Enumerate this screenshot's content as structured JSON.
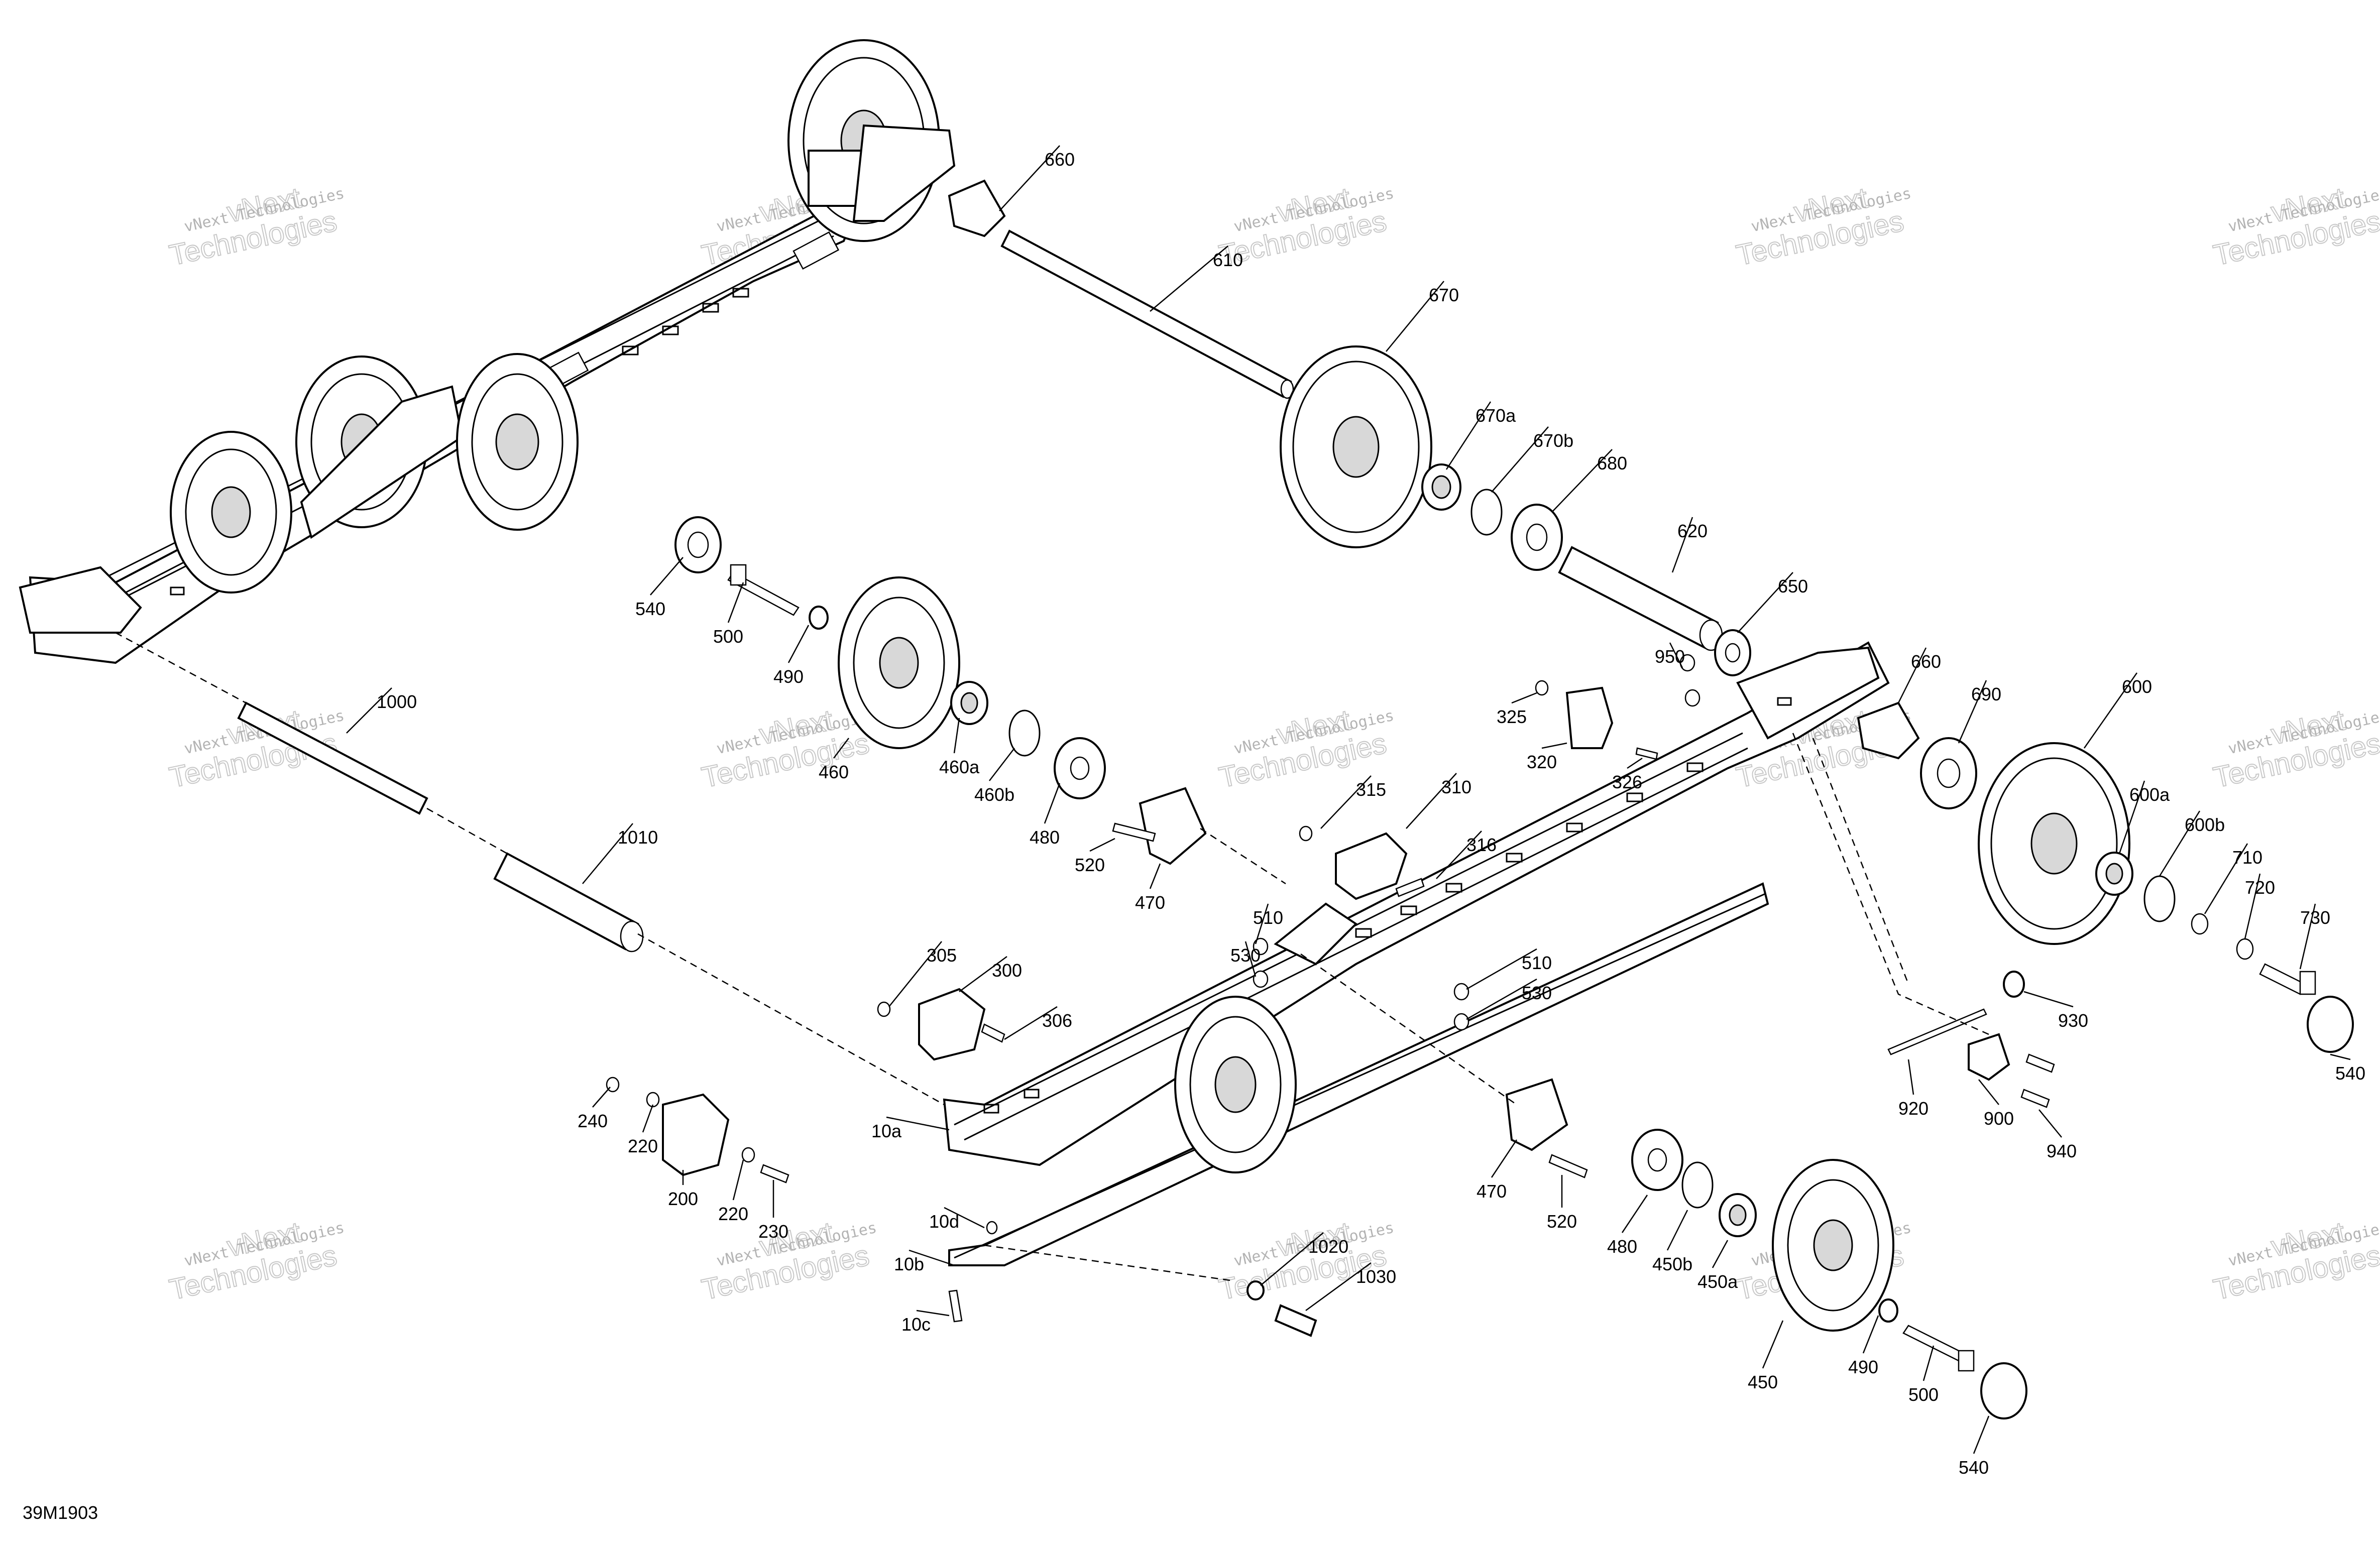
{
  "diagram_code": "39M1903",
  "watermark": {
    "line1": "vNext Technologies",
    "line2": "vNext",
    "line3": "Technologies"
  },
  "labels": [
    "660",
    "610",
    "670",
    "670a",
    "670b",
    "680",
    "620",
    "650",
    "660",
    "690",
    "600",
    "600a",
    "600b",
    "710",
    "720",
    "730",
    "540",
    "930",
    "920",
    "900",
    "940",
    "540",
    "500",
    "490",
    "460",
    "460a",
    "460b",
    "480",
    "520",
    "470",
    "1000",
    "1010",
    "950",
    "325",
    "320",
    "326",
    "315",
    "310",
    "316",
    "510",
    "530",
    "510",
    "530",
    "305",
    "300",
    "306",
    "240",
    "220",
    "200",
    "220",
    "230",
    "10a",
    "10d",
    "10b",
    "10c",
    "1020",
    "1030",
    "470",
    "520",
    "480",
    "450b",
    "450a",
    "450",
    "490",
    "500",
    "540"
  ]
}
